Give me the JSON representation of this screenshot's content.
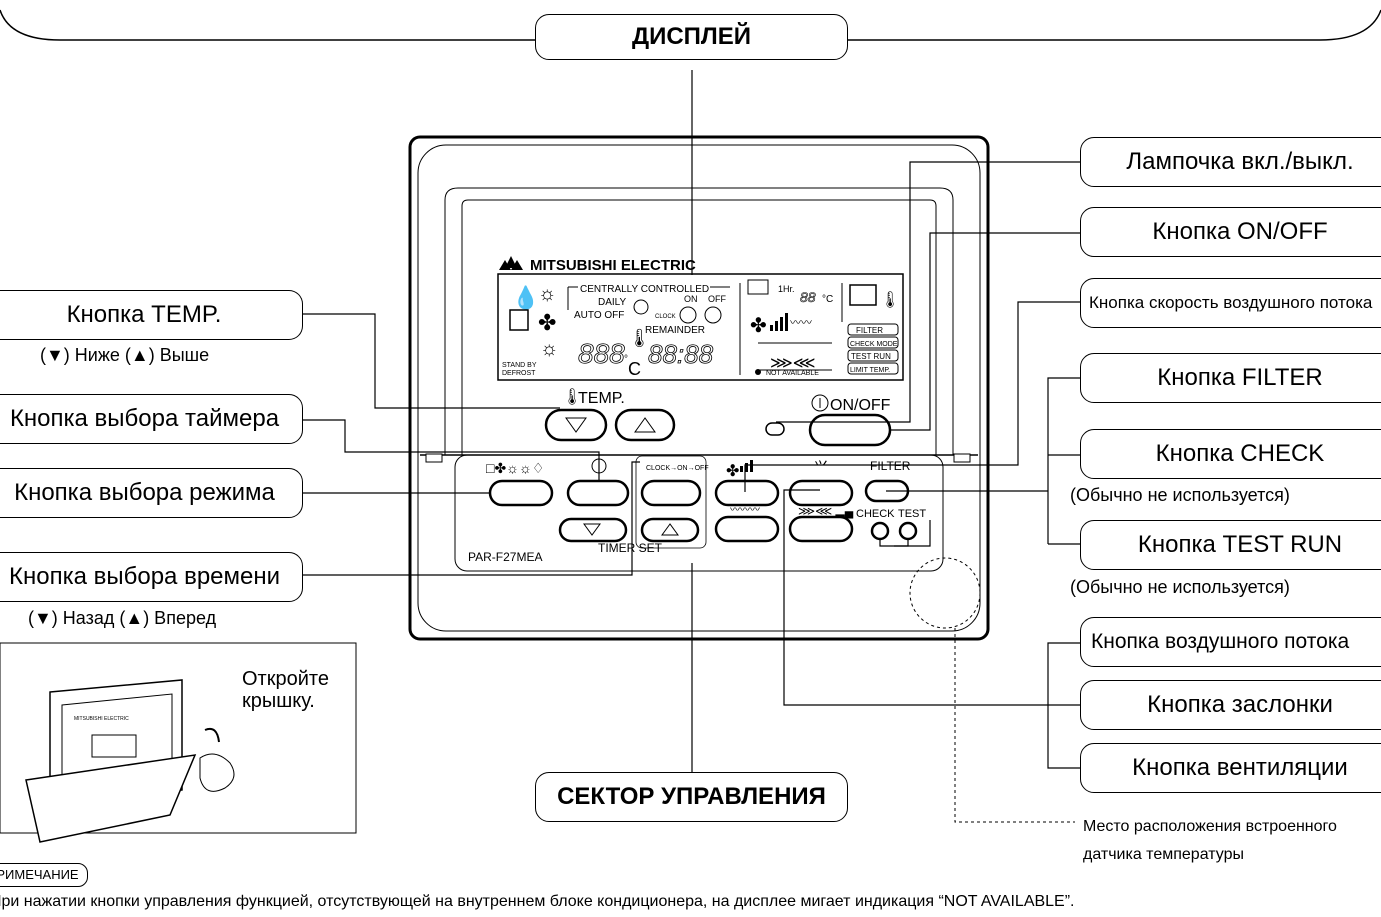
{
  "header": {
    "display_title": "ДИСПЛЕЙ",
    "control_title": "СЕКТОР УПРАВЛЕНИЯ"
  },
  "left_labels": {
    "temp": "Кнопка TEMP.",
    "temp_sub": "(▼) Ниже  (▲) Выше",
    "timer_select": "Кнопка выбора таймера",
    "mode_select": "Кнопка выбора режима",
    "time_select": "Кнопка выбора времени",
    "time_sub": "(▼) Назад  (▲) Вперед"
  },
  "right_labels": {
    "lamp": "Лампочка вкл./выкл.",
    "onoff": "Кнопка ON/OFF",
    "airspeed": "Кнопка скорость воздушного потока",
    "filter": "Кнопка FILTER",
    "check": "Кнопка CHECK",
    "check_sub": "(Обычно не используется)",
    "testrun": "Кнопка TEST RUN",
    "testrun_sub": "(Обычно не используется)",
    "airflow": "Кнопка воздушного потока",
    "louver": "Кнопка заслонки",
    "vent": "Кнопка вентиляции",
    "sensor_line1": "Место расположения встроенного",
    "sensor_line2": "датчика температуры"
  },
  "inset": {
    "text_line1": "Откройте",
    "text_line2": "крышку.",
    "brand_small": "MITSUBISHI ELECTRIC"
  },
  "remote": {
    "brand": "MITSUBISHI ELECTRIC",
    "centrally": "CENTRALLY CONTROLLED",
    "daily": "DAILY",
    "auto_off": "AUTO OFF",
    "on": "ON",
    "off": "OFF",
    "clock": "CLOCK",
    "remainder": "REMAINDER",
    "stand_by": "STAND BY",
    "defrost": "DEFROST",
    "one_hr": "1Hr.",
    "deg_c": "°C",
    "c_unit": "C",
    "not_available": "NOT AVAILABLE",
    "filter_ind": "FILTER",
    "check_mode": "CHECK MODE",
    "test_run": "TEST RUN",
    "limit_temp": "LIMIT TEMP.",
    "temp_btn": "TEMP.",
    "onoff_btn": "ON/OFF",
    "clock_on_off": "CLOCK→ON→OFF",
    "filter_btn": "FILTER",
    "check_btn": "CHECK",
    "test_btn": "TEST",
    "timer_set": "TIMER SET",
    "model": "PAR-F27MEA"
  },
  "note": {
    "label": "ПРИМЕЧАНИЕ",
    "text": "При нажатии кнопки управления функцией, отсутствующей на внутреннем блоке кондиционера, на дисплее мигает индикация “NOT AVAILABLE”."
  }
}
